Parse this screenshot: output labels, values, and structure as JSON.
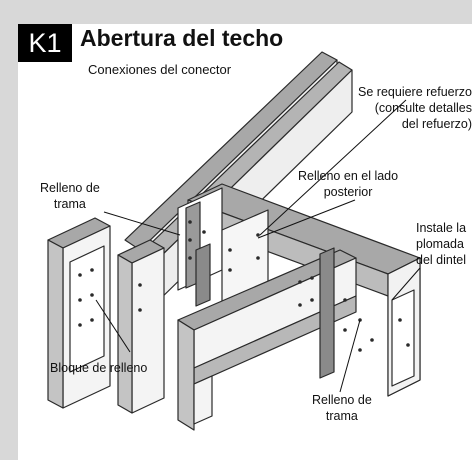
{
  "badge": "K1",
  "title": "Abertura del techo",
  "subtitle": "Conexiones del conector",
  "callouts": {
    "refuerzo": [
      "Se requiere refuerzo",
      "(consulte detalles",
      "del refuerzo)"
    ],
    "relleno_trama_top": [
      "Relleno de",
      "trama"
    ],
    "relleno_posterior": [
      "Relleno en el lado",
      "posterior"
    ],
    "plomada": [
      "Instale la",
      "plomada",
      "del dintel"
    ],
    "bloque": [
      "Bloque de relleno"
    ],
    "relleno_trama_bottom": [
      "Relleno de",
      "trama"
    ]
  },
  "colors": {
    "flange": "#a8a8a8",
    "web": "#f2f2f2",
    "outline": "#2a2a2a",
    "hanger": "#8a8a8a",
    "background": "#d8d8d8"
  }
}
